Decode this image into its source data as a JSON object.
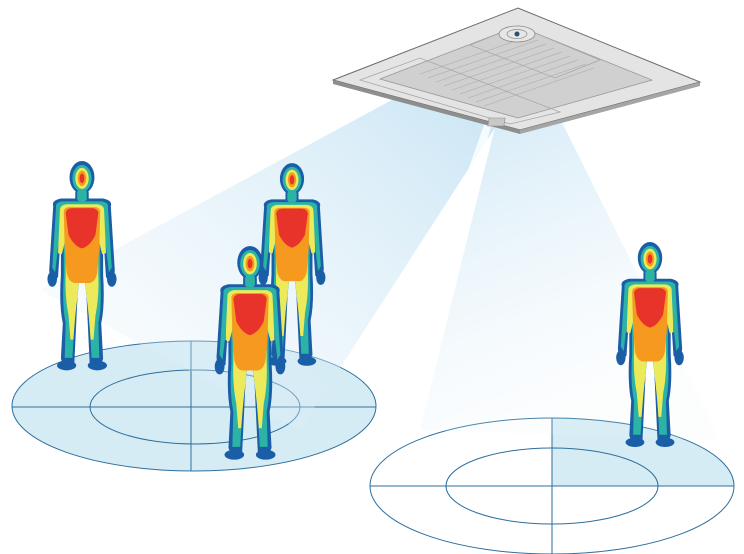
{
  "colors": {
    "background": "#ffffff",
    "zone_fill": "#d6ecf4",
    "zone_line": "#2d6f9e",
    "beam": "#bfe2f4",
    "unit_body": "#dcdcdc",
    "unit_edge": "#6b6b6b",
    "thermal_cold": "#1b5ea8",
    "thermal_cool": "#2bb3a6",
    "thermal_mild": "#ecea5a",
    "thermal_warm": "#f59a1e",
    "thermal_hot": "#e8332a"
  },
  "icons": {
    "ceiling_unit": "ceiling-cassette-air-conditioner-icon",
    "sensor": "infrared-sensor-icon",
    "person": "thermal-human-figure-icon"
  },
  "zones": [
    {
      "name": "left-zone",
      "occupied_people": 3,
      "highlighted": "full"
    },
    {
      "name": "right-zone",
      "occupied_people": 1,
      "highlighted": "one-quadrant"
    }
  ]
}
